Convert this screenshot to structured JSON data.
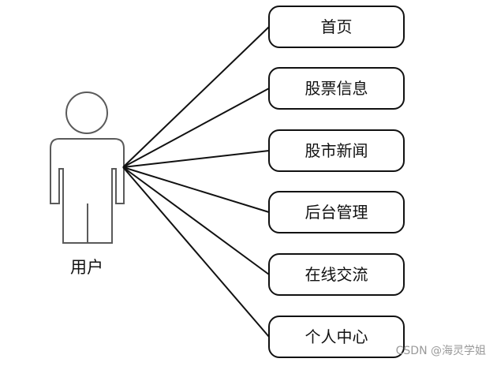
{
  "actor": {
    "label": "用户"
  },
  "use_cases": [
    {
      "label": "首页"
    },
    {
      "label": "股票信息"
    },
    {
      "label": "股市新闻"
    },
    {
      "label": "后台管理"
    },
    {
      "label": "在线交流"
    },
    {
      "label": "个人中心"
    }
  ],
  "watermark": "CSDN @海灵学姐",
  "colors": {
    "stroke": "#111111",
    "actor_stroke": "#5a5a5a",
    "text": "#111111",
    "watermark": "#9a9a9a"
  }
}
